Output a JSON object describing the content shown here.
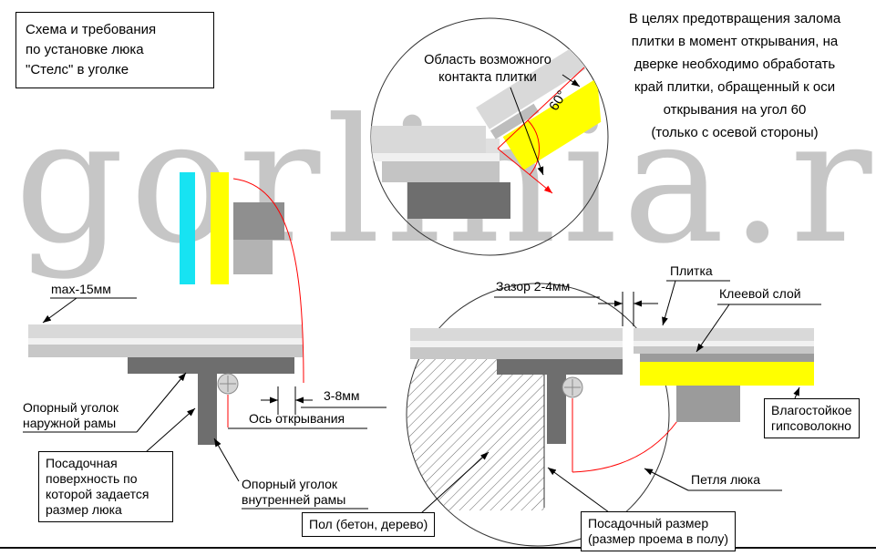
{
  "header": {
    "title": "Схема и требования\nпо установке люка\n\"Стелс\" в уголке",
    "note": "В целях предотвращения залома\nплитки в момент открывания, на\nдверке необходимо обработать\nкрай плитки, обращенный к оси\nоткрывания на угол 60\n(только с осевой стороны)"
  },
  "watermark": {
    "text": "gorlinia.ru"
  },
  "detail": {
    "contact_label": "Область возможного\nконтакта плитки",
    "angle_label": "60°"
  },
  "left": {
    "max_label": "max-15мм",
    "outer_corner_label": "Опорный уголок\nнаружной рамы",
    "seat_surface_label": "Посадочная\nповерхность по\nкоторой задается\nразмер люка",
    "axis_label": "Ось открывания",
    "dim_label": "3-8мм",
    "inner_corner_label": "Опорный уголок\nвнутренней рамы"
  },
  "right": {
    "gap_label": "Зазор 2-4мм",
    "tile_label": "Плитка",
    "glue_label": "Клеевой слой",
    "gvl_label": "Влагостойкое\nгипсоволокно",
    "hinge_label": "Петля люка",
    "floor_label": "Пол (бетон, дерево)",
    "seat_size_label": "Посадочный размер\n(размер проема в полу)"
  },
  "colors": {
    "tile_cyan": "#17E3F2",
    "gypsum_yellow": "#FFFF00",
    "frame_dark": "#6E6E6E",
    "slab_light": "#D9D9D9",
    "slab_mid": "#C7C7C7",
    "block_gray": "#9B9B9B",
    "swing_red": "#FF0000",
    "watermark_gray": "#C6C6C6"
  }
}
